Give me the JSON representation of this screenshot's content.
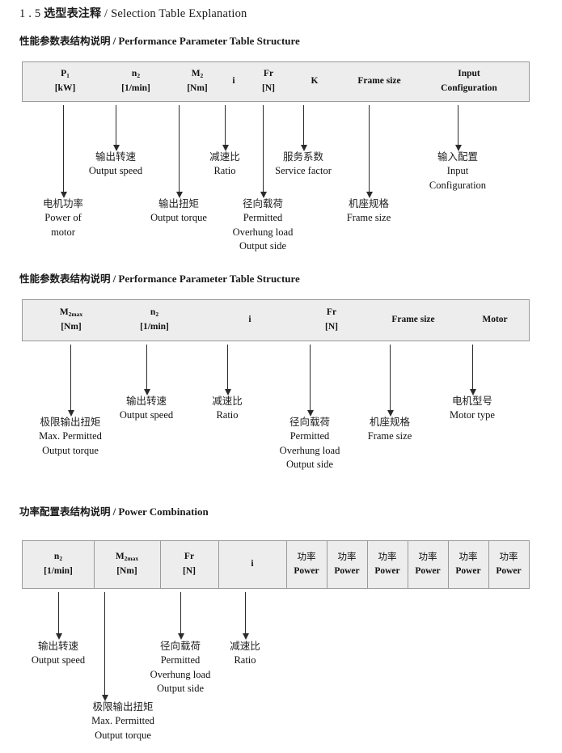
{
  "document": {
    "section_number": "1 . 5",
    "title_cn": "选型表注释",
    "title_sep": "/",
    "title_en": "Selection Table Explanation"
  },
  "sections": [
    {
      "heading_cn": "性能参数表结构说明",
      "heading_sep": "/",
      "heading_en": "Performance Parameter Table Structure",
      "table": {
        "columns": [
          {
            "line1": "P",
            "sub1": "1",
            "line2": "[kW]"
          },
          {
            "line1": "n",
            "sub1": "2",
            "line2": "[1/min]"
          },
          {
            "line1": "M",
            "sub1": "2",
            "line2": "[Nm]"
          },
          {
            "line1": "i",
            "sub1": "",
            "line2": ""
          },
          {
            "line1": "Fr",
            "sub1": "",
            "line2": "[N]"
          },
          {
            "line1": "K",
            "sub1": "",
            "line2": ""
          },
          {
            "line1": "Frame size",
            "sub1": "",
            "line2": ""
          },
          {
            "line1": "Input",
            "sub1": "",
            "line2": "Configuration"
          }
        ]
      },
      "notes": [
        {
          "cn": "电机功率",
          "en": [
            "Power of",
            "motor"
          ]
        },
        {
          "cn": "输出转速",
          "en": [
            "Output speed"
          ]
        },
        {
          "cn": "输出扭矩",
          "en": [
            "Output torque"
          ]
        },
        {
          "cn": "减速比",
          "en": [
            "Ratio"
          ]
        },
        {
          "cn": "径向载荷",
          "en": [
            "Permitted",
            "Overhung load",
            "Output side"
          ]
        },
        {
          "cn": "服务系数",
          "en": [
            "Service factor"
          ]
        },
        {
          "cn": "机座规格",
          "en": [
            "Frame size"
          ]
        },
        {
          "cn": "输入配置",
          "en": [
            "Input",
            "Configuration"
          ]
        }
      ]
    },
    {
      "heading_cn": "性能参数表结构说明",
      "heading_sep": "/",
      "heading_en": "Performance Parameter Table Structure",
      "table": {
        "columns": [
          {
            "line1": "M",
            "sub1": "2max",
            "line2": "[Nm]"
          },
          {
            "line1": "n",
            "sub1": "2",
            "line2": "[1/min]"
          },
          {
            "line1": "i",
            "sub1": "",
            "line2": ""
          },
          {
            "line1": "Fr",
            "sub1": "",
            "line2": "[N]"
          },
          {
            "line1": "Frame size",
            "sub1": "",
            "line2": ""
          },
          {
            "line1": "Motor",
            "sub1": "",
            "line2": ""
          }
        ]
      },
      "notes": [
        {
          "cn": "极限输出扭矩",
          "en": [
            "Max. Permitted",
            "Output  torque"
          ]
        },
        {
          "cn": "输出转速",
          "en": [
            "Output speed"
          ]
        },
        {
          "cn": "减速比",
          "en": [
            "Ratio"
          ]
        },
        {
          "cn": "径向载荷",
          "en": [
            "Permitted",
            "Overhung load",
            "Output side"
          ]
        },
        {
          "cn": "机座规格",
          "en": [
            "Frame size"
          ]
        },
        {
          "cn": "电机型号",
          "en": [
            "Motor type"
          ]
        }
      ]
    },
    {
      "heading_cn": "功率配置表结构说明",
      "heading_sep": "/",
      "heading_en": "Power Combination",
      "table": {
        "columns": [
          {
            "line1": "n",
            "sub1": "2",
            "line2": "[1/min]"
          },
          {
            "line1": "M",
            "sub1": "2max",
            "line2": "[Nm]"
          },
          {
            "line1": "Fr",
            "sub1": "",
            "line2": "[N]"
          },
          {
            "line1": "i",
            "sub1": "",
            "line2": ""
          },
          {
            "line1": "功率",
            "sub1": "",
            "line2": "Power"
          },
          {
            "line1": "功率",
            "sub1": "",
            "line2": "Power"
          },
          {
            "line1": "功率",
            "sub1": "",
            "line2": "Power"
          },
          {
            "line1": "功率",
            "sub1": "",
            "line2": "Power"
          },
          {
            "line1": "功率",
            "sub1": "",
            "line2": "Power"
          },
          {
            "line1": "功率",
            "sub1": "",
            "line2": "Power"
          }
        ]
      },
      "notes": [
        {
          "cn": "输出转速",
          "en": [
            "Output speed"
          ]
        },
        {
          "cn": "极限输出扭矩",
          "en": [
            "Max. Permitted",
            "Output  torque"
          ]
        },
        {
          "cn": "径向载荷",
          "en": [
            "Permitted",
            "Overhung load",
            "Output side"
          ]
        },
        {
          "cn": "减速比",
          "en": [
            "Ratio"
          ]
        }
      ]
    }
  ],
  "style": {
    "table_bg": "#ededed",
    "table_border": "#9a9a9a",
    "arrow_color": "#2b2b2b",
    "text_color": "#1a1a1a"
  }
}
